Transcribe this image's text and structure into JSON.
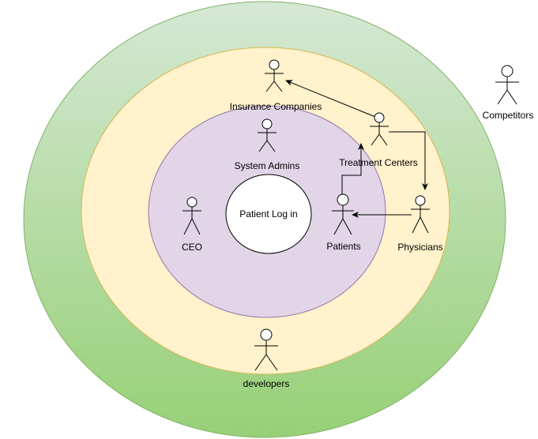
{
  "diagram": {
    "center": {
      "label": "Patient Log in"
    },
    "actors": [
      {
        "id": "insurance",
        "label": "Insurance Companies"
      },
      {
        "id": "system-admins",
        "label": "System Admins"
      },
      {
        "id": "treatment-centers",
        "label": "Treatment Centers"
      },
      {
        "id": "ceo",
        "label": "CEO"
      },
      {
        "id": "patients",
        "label": "Patients"
      },
      {
        "id": "physicians",
        "label": "Physicians"
      },
      {
        "id": "developers",
        "label": "developers"
      },
      {
        "id": "competitors",
        "label": "Competitors"
      }
    ],
    "edges": [
      {
        "from": "treatment-centers",
        "to": "insurance"
      },
      {
        "from": "treatment-centers",
        "to": "physicians"
      },
      {
        "from": "patients",
        "to": "treatment-centers"
      },
      {
        "from": "physicians",
        "to": "patients"
      }
    ],
    "colors": {
      "outer_ring_fill": "#97d077",
      "outer_ring_stroke": "#82b366",
      "middle_ring_fill": "#fff2cc",
      "middle_ring_stroke": "#d6b656",
      "inner_ring_fill": "#e1d5e7",
      "inner_ring_stroke": "#9673a6",
      "center_fill": "#ffffff",
      "line": "#000000"
    }
  }
}
